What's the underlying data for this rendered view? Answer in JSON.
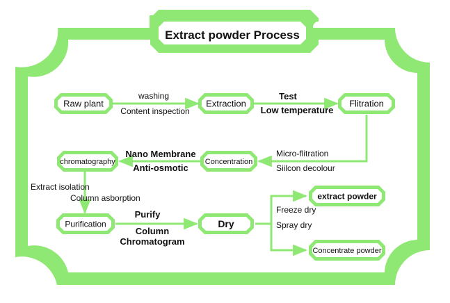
{
  "title": "Extract powder Process",
  "colors": {
    "frame": "#8fe873",
    "frame_edge": "#7fd466",
    "node_fill": "#ffffff",
    "text": "#111111"
  },
  "nodes": {
    "raw_plant": "Raw plant",
    "extraction": "Extraction",
    "flitration": "Flitration",
    "concentration": "Concentration",
    "chromatography": "chromatography",
    "purification": "Purification",
    "dry": "Dry",
    "extract_powder": "extract powder",
    "concentrate_powder": "Concentrate powder"
  },
  "edges": {
    "raw_to_extraction": {
      "top": "washing",
      "bottom": "Content inspection"
    },
    "extraction_to_flitration": {
      "top": "Test",
      "bottom": "Low temperature"
    },
    "flitration_to_concentration": {
      "top": "Micro-flitration",
      "bottom": "Siilcon decolour"
    },
    "concentration_to_chromatography": {
      "top": "Nano Membrane",
      "bottom": "Anti-osmotic"
    },
    "chromatography_to_purification": {
      "top": "Extract isolation",
      "bottom": "Column asborption"
    },
    "purification_to_dry": {
      "top": "Purify",
      "bottom_line1": "Column",
      "bottom_line2": "Chromatogram"
    },
    "dry_to_products": {
      "top": "Freeze dry",
      "bottom": "Spray dry"
    }
  }
}
